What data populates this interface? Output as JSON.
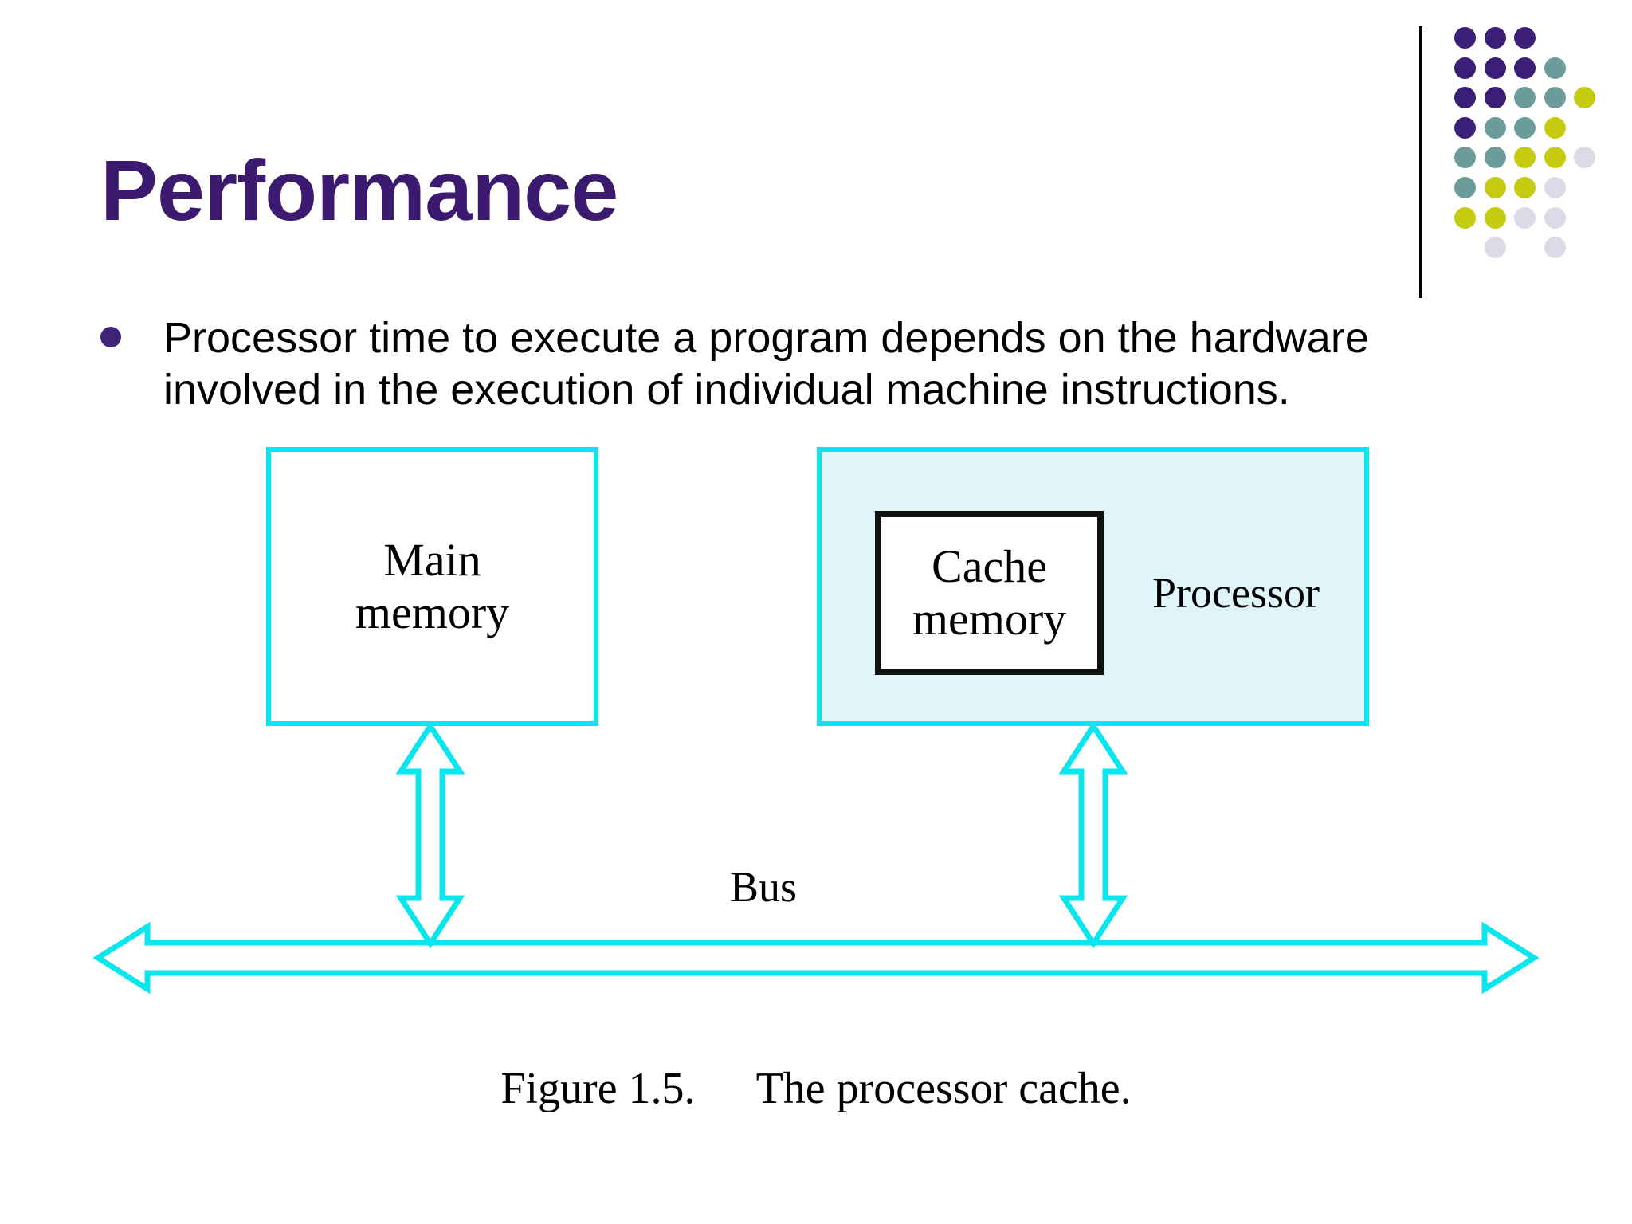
{
  "slide": {
    "title": "Performance",
    "bullet_text": "Processor time to execute a program depends on the hardware involved in the execution of individual machine instructions."
  },
  "diagram": {
    "main_memory": {
      "line1": "Main",
      "line2": "memory"
    },
    "cache_memory": {
      "line1": "Cache",
      "line2": "memory"
    },
    "processor_label": "Processor",
    "bus_label": "Bus",
    "caption": {
      "figure_ref": "Figure 1.5.",
      "caption_text": "The processor cache."
    }
  },
  "decor": {
    "dot_colors": {
      "P": "#3B1E78",
      "T": "#6B9C9B",
      "Y": "#C5CB10",
      "L": "#DBDAE6"
    },
    "dot_pattern": [
      "PPP..",
      "PPPT.",
      "PPTTY",
      "PTTY.",
      "TTYYL",
      "TYYL.",
      "YYLL.",
      ".L.L."
    ]
  },
  "colors": {
    "background": "#FFFFFF",
    "title": "#3B1A70",
    "bullet_marker": "#3F2478",
    "body_text": "#000000",
    "diagram_cyan": "#0AE6EE",
    "processor_fill": "#DFF5FA",
    "cache_border": "#111111",
    "decor_line": "#000000"
  }
}
